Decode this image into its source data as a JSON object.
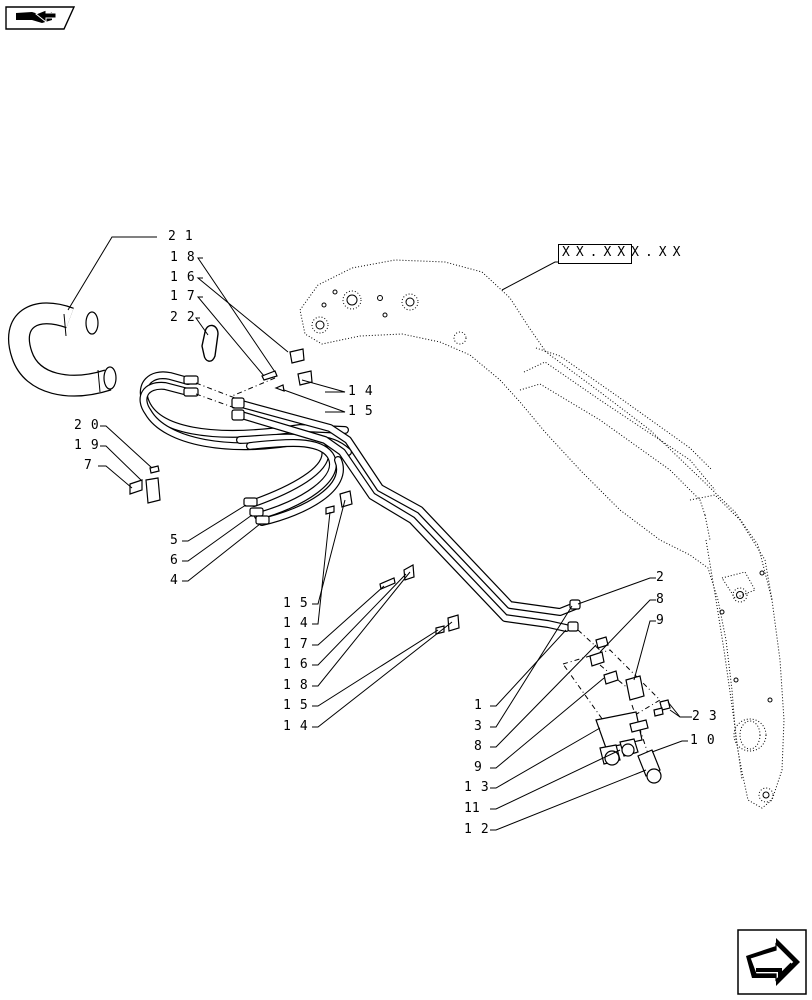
{
  "reference_code": "XX.XXX.XX",
  "callouts": {
    "c1": "1",
    "c2": "2",
    "c3": "3",
    "c4": "4",
    "c5": "5",
    "c6": "6",
    "c7": "7",
    "c8a": "8",
    "c8b": "8",
    "c9a": "9",
    "c9b": "9",
    "c10": "10",
    "c11": "11",
    "c12": "12",
    "c13": "13",
    "c14a": "14",
    "c14b": "14",
    "c14c": "14",
    "c15a": "15",
    "c15b": "15",
    "c15c": "15",
    "c16a": "16",
    "c16b": "16",
    "c17a": "17",
    "c17b": "17",
    "c18a": "18",
    "c18b": "18",
    "c19": "19",
    "c20": "20",
    "c21": "21",
    "c22": "22",
    "c23": "23"
  },
  "icons": {
    "top_left": "book-arrow-icon",
    "bottom_right": "next-page-arrow-icon"
  }
}
